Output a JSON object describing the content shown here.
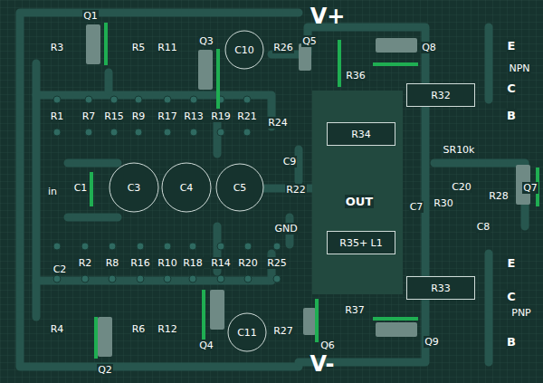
{
  "diagram": {
    "nodes": [
      {
        "text": [
          "C10"
        ]
      },
      {
        "text": [
          "C3"
        ]
      },
      {
        "text": [
          "C4"
        ]
      },
      {
        "text": [
          "C5"
        ]
      },
      {
        "text": [
          "C11"
        ]
      },
      {
        "text": [
          "R32"
        ]
      },
      {
        "text": [
          "R34"
        ]
      },
      {
        "text": [
          "R35+ L1"
        ]
      },
      {
        "text": [
          "R33"
        ]
      }
    ],
    "labels": [
      "V+",
      "V-",
      "Q1",
      "R3",
      "R5",
      "R11",
      "Q3",
      "R26",
      "Q5",
      "Q8",
      "E",
      "NPN",
      "C",
      "B",
      "R36",
      "R1",
      "R7",
      "R15",
      "R9",
      "R17",
      "R13",
      "R19",
      "R21",
      "R24",
      "C9",
      "SR10k",
      "in",
      "C1",
      "R22",
      "OUT",
      "C7",
      "R30",
      "C20",
      "R28",
      "C8",
      "Q7",
      "GND",
      "C2",
      "R2",
      "R8",
      "R16",
      "R10",
      "R18",
      "R14",
      "R20",
      "R25",
      "E",
      "C",
      "PNP",
      "B",
      "R37",
      "R4",
      "R6",
      "R12",
      "Q4",
      "R27",
      "Q6",
      "Q9",
      "Q2"
    ]
  }
}
